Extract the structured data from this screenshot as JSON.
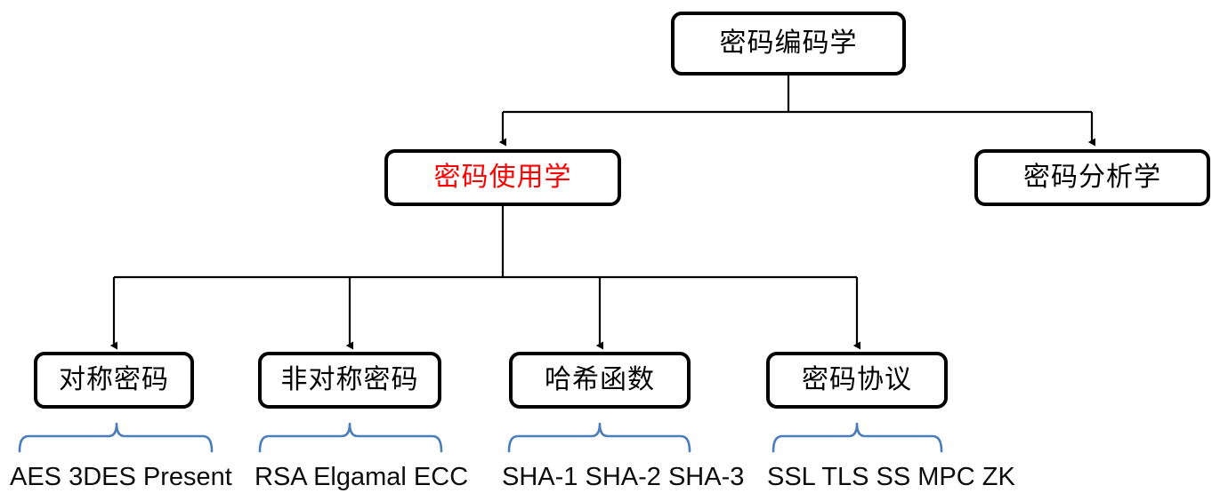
{
  "diagram": {
    "title_root": "密码编码学",
    "accent_color": "#ff0000",
    "brace_color": "#4a7ebb",
    "line_color": "#000000",
    "nodes": {
      "root": {
        "label": "密码编码学"
      },
      "level2": [
        {
          "label": "密码使用学",
          "emphasis": "red"
        },
        {
          "label": "密码分析学",
          "emphasis": "none"
        }
      ],
      "level3": [
        {
          "label": "对称密码",
          "members": "AES 3DES Present"
        },
        {
          "label": "非对称密码",
          "members": "RSA Elgamal ECC"
        },
        {
          "label": "哈希函数",
          "members": "SHA-1 SHA-2 SHA-3"
        },
        {
          "label": "密码协议",
          "members": "SSL TLS SS MPC ZK"
        }
      ]
    }
  }
}
